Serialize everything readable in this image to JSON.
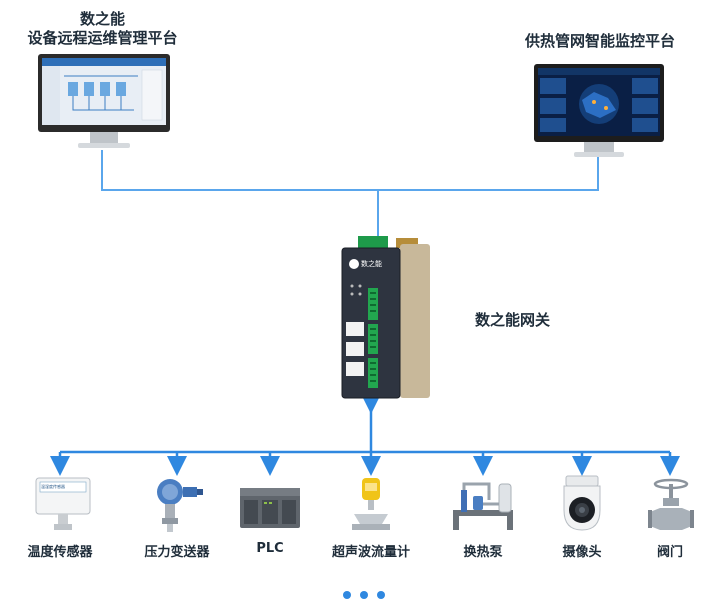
{
  "platforms": {
    "left": {
      "title_line1": "数之能",
      "title_line2": "设备远程运维管理平台"
    },
    "right": {
      "title": "供热管网智能监控平台"
    }
  },
  "gateway": {
    "label": "数之能网关",
    "brand": "数之能"
  },
  "devices": [
    {
      "label": "温度传感器",
      "icon": "temperature-sensor-icon",
      "device_text": "温湿度传感器"
    },
    {
      "label": "压力变送器",
      "icon": "pressure-transmitter-icon"
    },
    {
      "label": "PLC",
      "icon": "plc-icon"
    },
    {
      "label": "超声波流量计",
      "icon": "ultrasonic-flowmeter-icon"
    },
    {
      "label": "换热泵",
      "icon": "heat-exchange-pump-icon"
    },
    {
      "label": "摄像头",
      "icon": "camera-icon"
    },
    {
      "label": "阀门",
      "icon": "valve-icon"
    }
  ],
  "colors": {
    "wire": "#2f88e0",
    "title": "#1f2d3a"
  }
}
